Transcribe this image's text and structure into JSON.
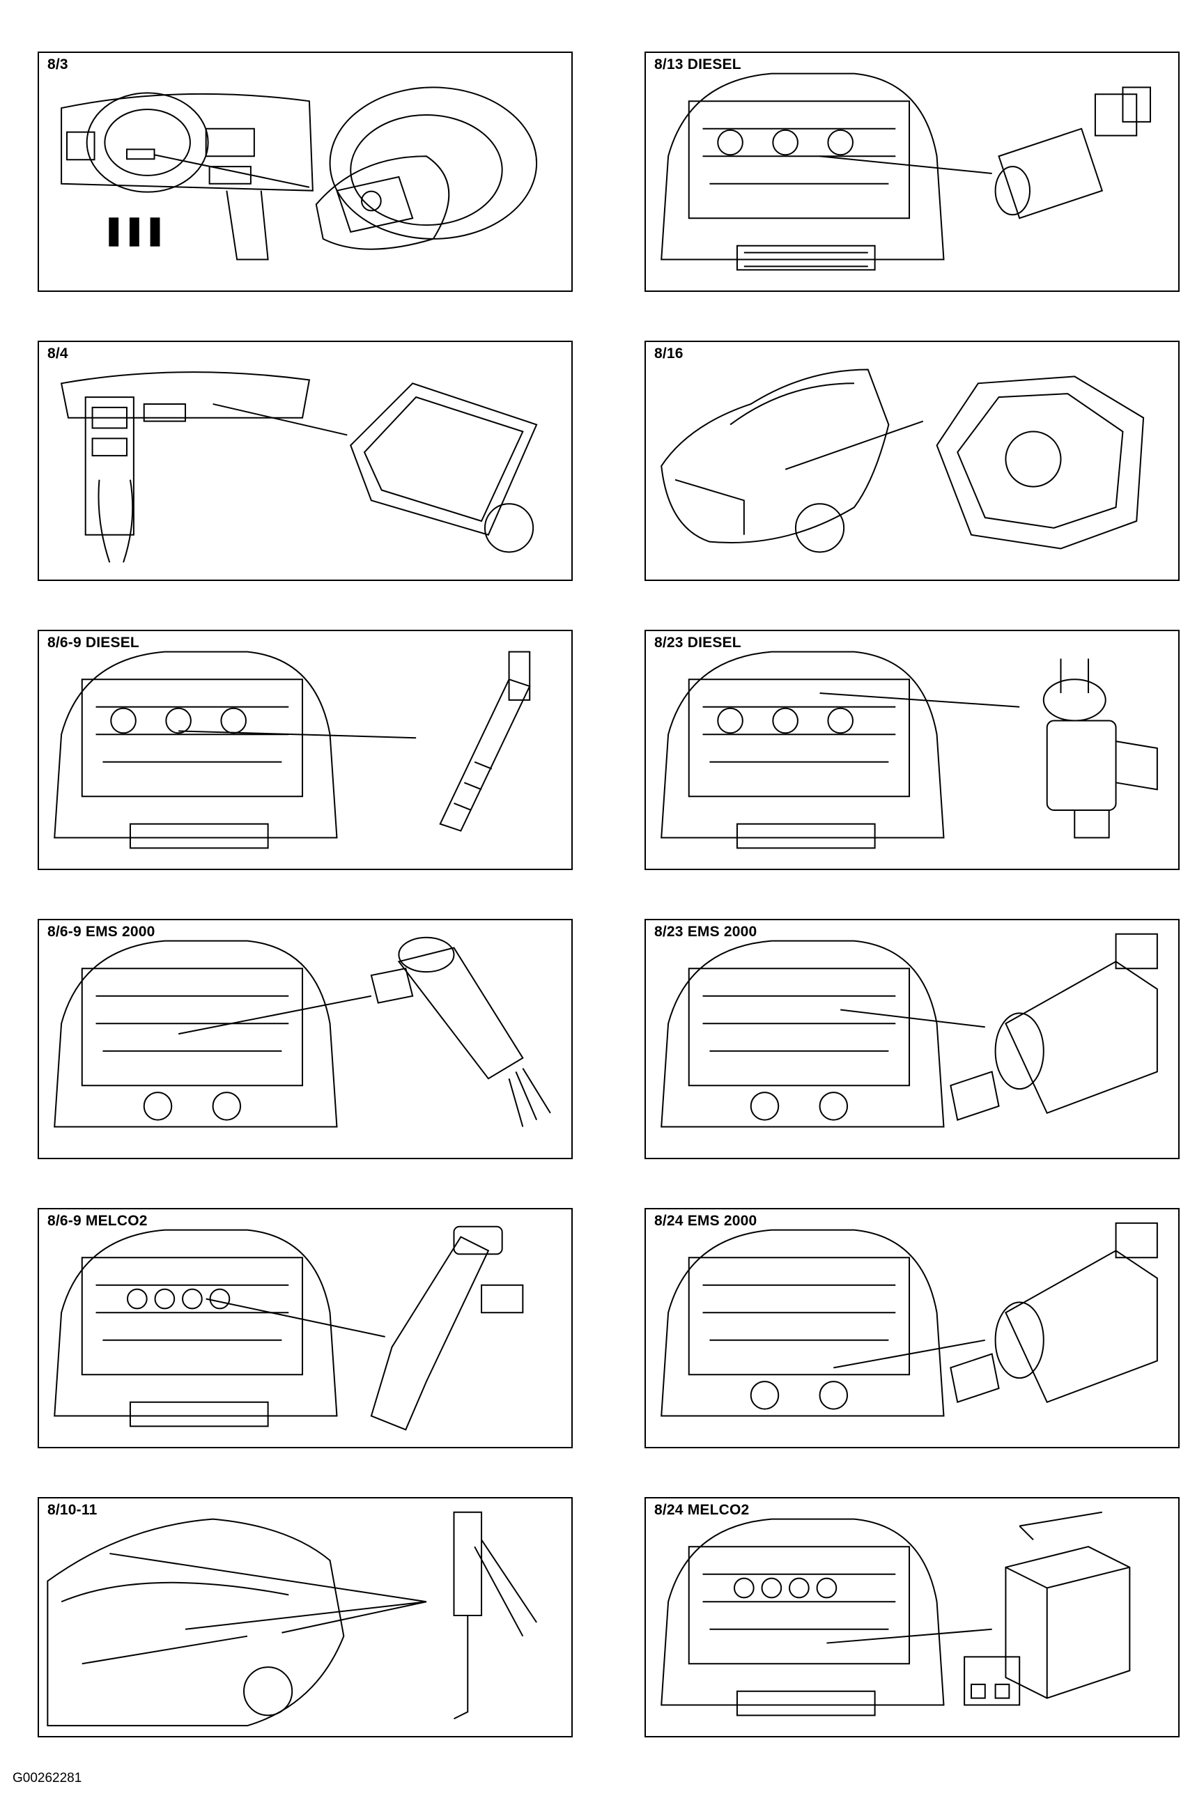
{
  "panels": [
    {
      "label": "8/3"
    },
    {
      "label": "8/13 DIESEL"
    },
    {
      "label": "8/4"
    },
    {
      "label": "8/16"
    },
    {
      "label": "8/6-9 DIESEL"
    },
    {
      "label": "8/23 DIESEL"
    },
    {
      "label": "8/6-9 EMS 2000"
    },
    {
      "label": "8/23 EMS 2000"
    },
    {
      "label": "8/6-9 MELCO2"
    },
    {
      "label": "8/24 EMS 2000"
    },
    {
      "label": "8/10-11"
    },
    {
      "label": "8/24 MELCO2"
    }
  ],
  "figure_code": "G00262281"
}
